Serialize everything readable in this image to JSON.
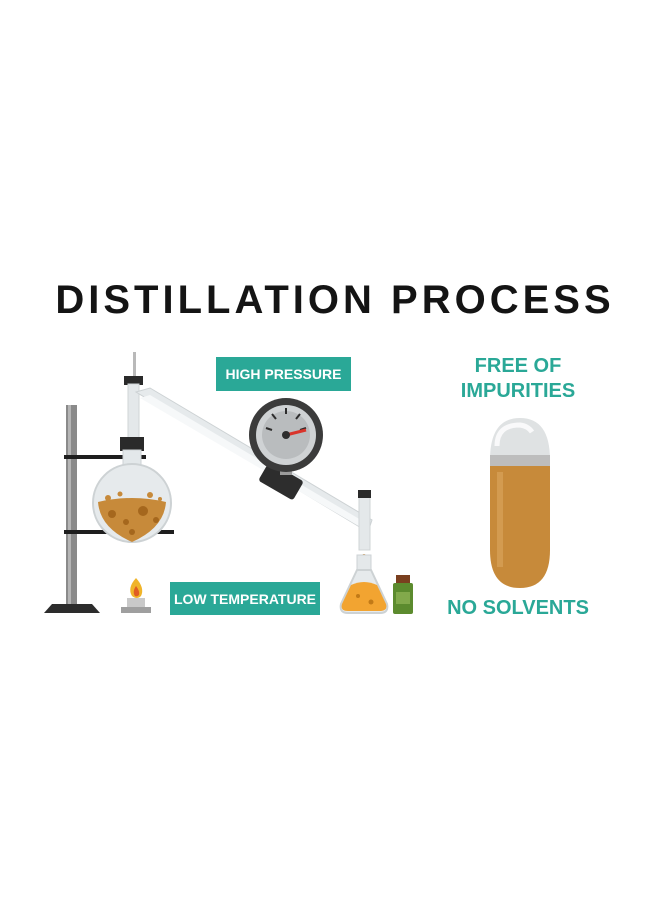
{
  "title": "DISTILLATION PROCESS",
  "labels": {
    "high_pressure": "HIGH PRESSURE",
    "low_temperature": "LOW TEMPERATURE",
    "free_of_line1": "FREE OF",
    "free_of_line2": "IMPURITIES",
    "no_solvents": "NO SOLVENTS"
  },
  "colors": {
    "accent": "#2aa897",
    "liquid": "#c78a3a",
    "title": "#141414"
  },
  "icons": [
    "lab-stand-icon",
    "round-flask-icon",
    "burner-flame-icon",
    "pressure-gauge-icon",
    "condenser-tube-icon",
    "erlenmeyer-flask-icon",
    "bottle-icon",
    "capsule-icon"
  ]
}
